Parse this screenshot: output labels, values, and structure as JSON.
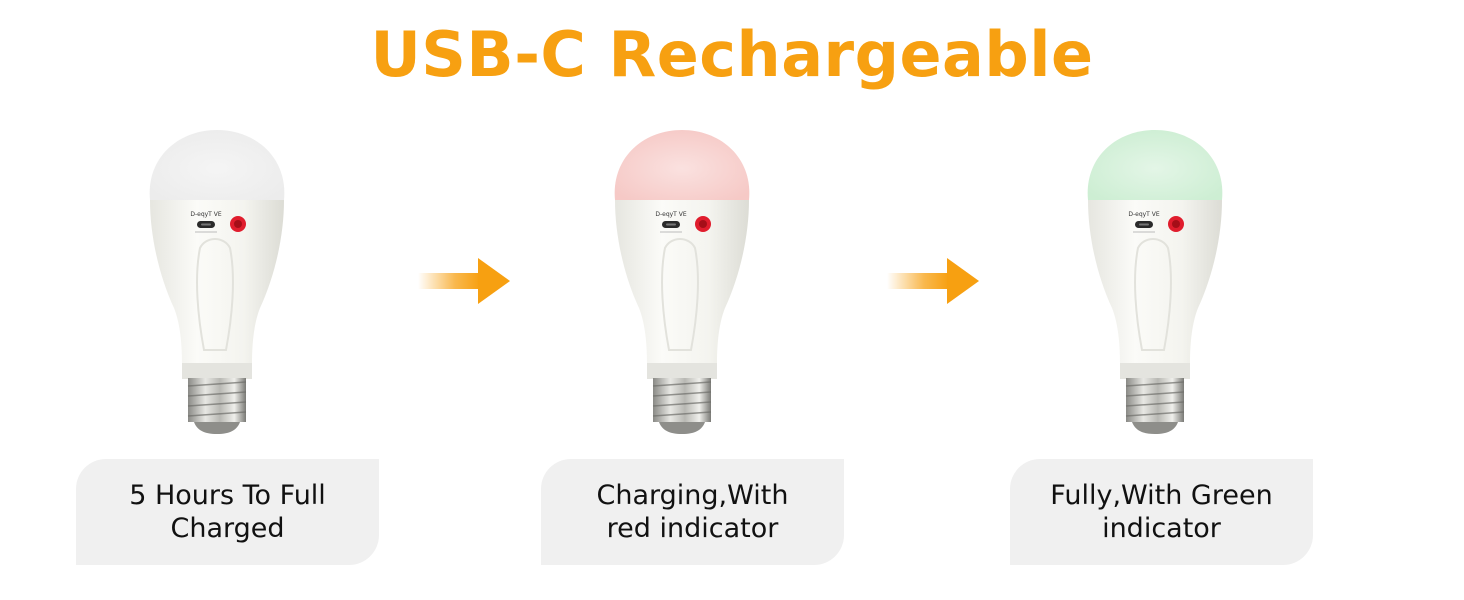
{
  "title": "USB-C Rechargeable",
  "colors": {
    "accent": "#f7a011",
    "caption_bg": "#f0f0f0",
    "glow_off": "#ececec",
    "glow_red": "#f6c9c6",
    "glow_green": "#cdeed3",
    "indicator": "#e01d2d"
  },
  "steps": [
    {
      "caption": "5 Hours To Full Charged",
      "state": "off"
    },
    {
      "caption": "Charging,With red indicator",
      "state": "red"
    },
    {
      "caption": "Fully,With Green indicator",
      "state": "green"
    }
  ],
  "bulb_label": "D-eqyT VE"
}
